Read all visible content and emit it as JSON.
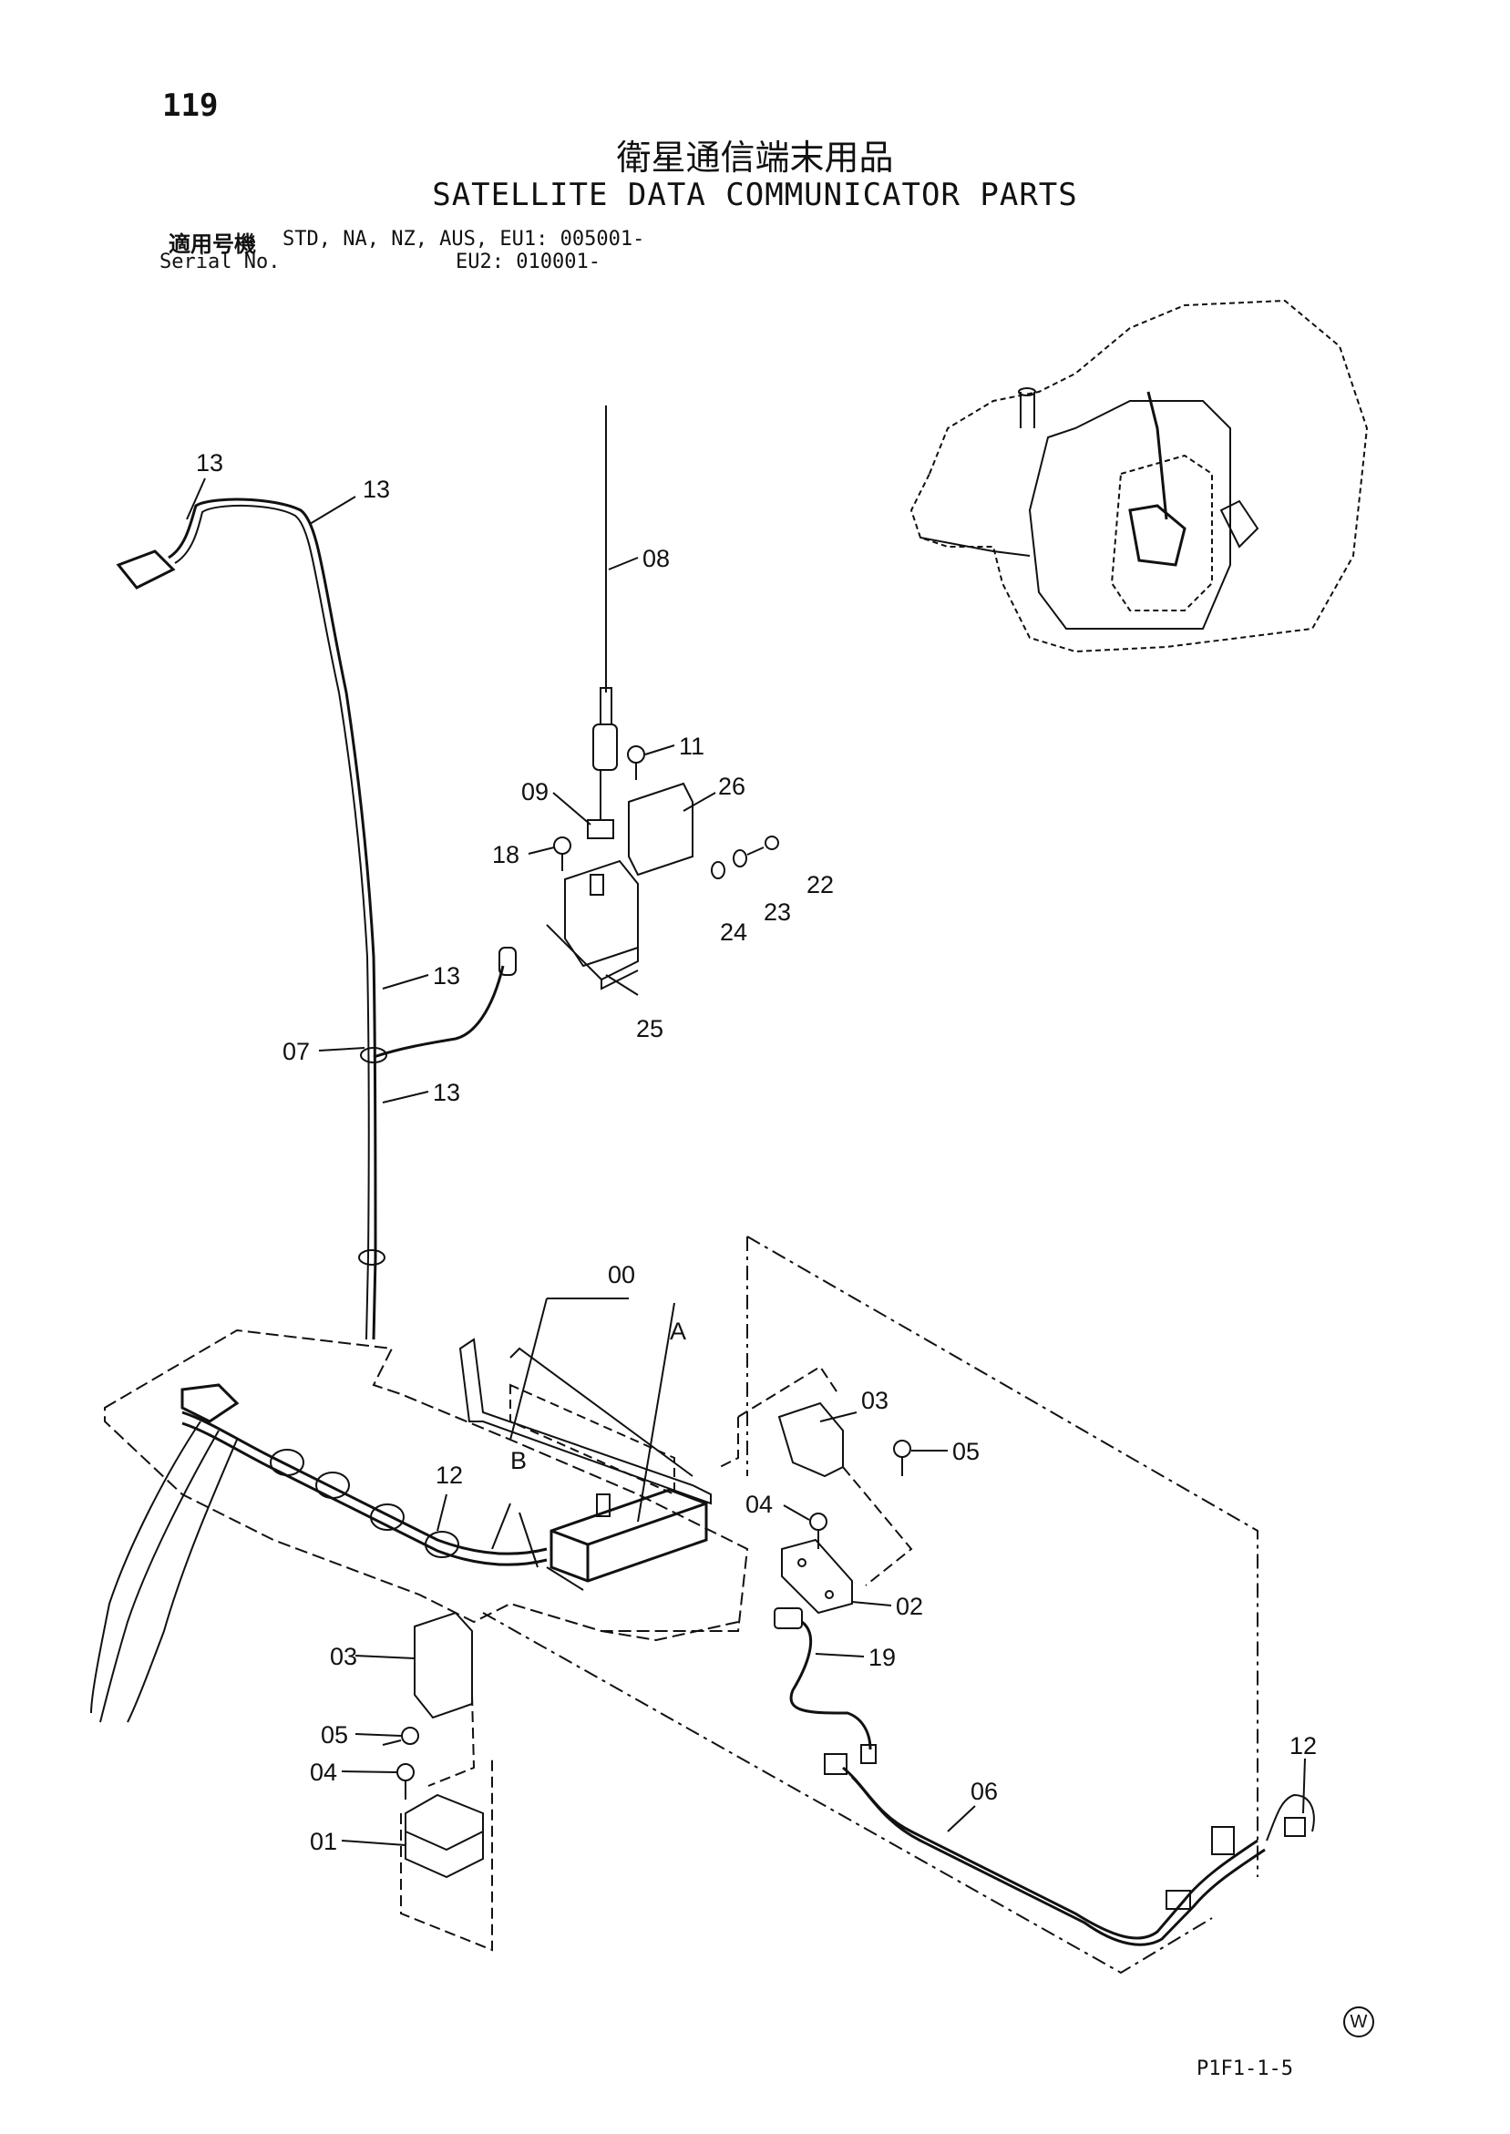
{
  "page_number": "119",
  "title_ja": "衛星通信端末用品",
  "title_en": "SATELLITE DATA COMMUNICATOR PARTS",
  "serial": {
    "label_ja": "適用号機",
    "label_en": "Serial No.",
    "line1": "STD, NA, NZ, AUS, EU1: 005001-",
    "line2": "EU2: 010001-"
  },
  "callouts": {
    "c00": "00",
    "c01": "01",
    "c02": "02",
    "c03a": "03",
    "c03b": "03",
    "c04a": "04",
    "c04b": "04",
    "c05a": "05",
    "c05b": "05",
    "c06": "06",
    "c07": "07",
    "c08": "08",
    "c09": "09",
    "c11": "11",
    "c12a": "12",
    "c12b": "12",
    "c13a": "13",
    "c13b": "13",
    "c13c": "13",
    "c13d": "13",
    "c18": "18",
    "c19": "19",
    "c22": "22",
    "c23": "23",
    "c24": "24",
    "c25": "25",
    "c26": "26",
    "cA": "A",
    "cB": "B"
  },
  "watermark": "W",
  "figure_code": "P1F1-1-5"
}
